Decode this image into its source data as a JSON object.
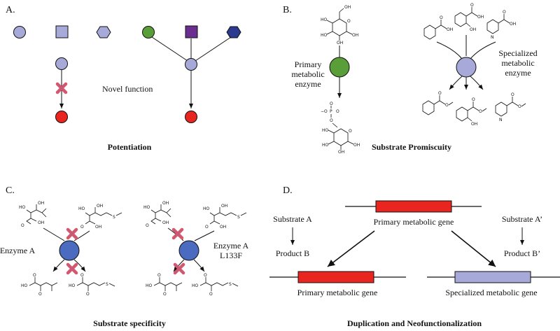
{
  "panels": {
    "a": {
      "label": "A.",
      "caption": "Potentiation",
      "novel_function": "Novel function"
    },
    "b": {
      "label": "B.",
      "caption": "Substrate Promiscuity",
      "primary_enzyme": [
        "Primary",
        "metabolic",
        "enzyme"
      ],
      "specialized_enzyme": [
        "Specialized",
        "metabolic",
        "enzyme"
      ]
    },
    "c": {
      "label": "C.",
      "caption": "Substrate specificity",
      "enzyme_a": "Enzyme A",
      "enzyme_mutant": [
        "Enzyme A",
        "L133F"
      ]
    },
    "d": {
      "label": "D.",
      "caption": "Duplication and Neofunctionalization",
      "substrate_a": "Substrate A",
      "product_b": "Product B",
      "substrate_a2": "Substrate A’",
      "product_b2": "Product B’",
      "gene_top": "Primary metabolic gene",
      "gene_left": "Primary metabolic gene",
      "gene_right": "Specialized metabolic gene"
    }
  },
  "chem": {
    "oh": "OH",
    "ho": "HO",
    "o": "O",
    "n": "N",
    "s": "S",
    "p": "P",
    "minus_o": "−O"
  },
  "colors": {
    "lavender": "#a7a9d8",
    "green": "#5a9e3a",
    "purple": "#6a2e8e",
    "navy": "#2b3a8f",
    "red": "#e8251f",
    "blue_enzyme": "#4a6bbf",
    "cross": "#dd5566",
    "gene_red": "#e8251f",
    "gene_lavender": "#a7a9d8"
  }
}
